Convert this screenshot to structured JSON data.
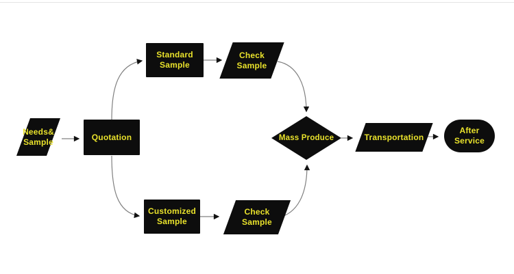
{
  "diagram": {
    "type": "flowchart",
    "background": "#ffffff",
    "colors": {
      "node_fill": "#0d0d0d",
      "label_text": "#e9e22b",
      "connector_line": "#808080",
      "arrowhead": "#121212"
    },
    "nodes": [
      {
        "id": "needs-sample",
        "shape": "parallelogram",
        "label": "Needs&\nSample"
      },
      {
        "id": "quotation",
        "shape": "rectangle",
        "label": "Quotation"
      },
      {
        "id": "standard-sample",
        "shape": "rectangle",
        "label": "Standard\nSample"
      },
      {
        "id": "check-sample-top",
        "shape": "parallelogram",
        "label": "Check\nSample"
      },
      {
        "id": "customized-sample",
        "shape": "rectangle",
        "label": "Customized\nSample"
      },
      {
        "id": "check-sample-bottom",
        "shape": "parallelogram",
        "label": "Check\nSample"
      },
      {
        "id": "mass-produce",
        "shape": "diamond",
        "label": "Mass Produce"
      },
      {
        "id": "transportation",
        "shape": "parallelogram",
        "label": "Transportation"
      },
      {
        "id": "after-service",
        "shape": "stadium",
        "label": "After Service"
      }
    ],
    "edges": [
      {
        "from": "needs-sample",
        "to": "quotation"
      },
      {
        "from": "quotation",
        "to": "standard-sample"
      },
      {
        "from": "quotation",
        "to": "customized-sample"
      },
      {
        "from": "standard-sample",
        "to": "check-sample-top"
      },
      {
        "from": "customized-sample",
        "to": "check-sample-bottom"
      },
      {
        "from": "check-sample-top",
        "to": "mass-produce"
      },
      {
        "from": "check-sample-bottom",
        "to": "mass-produce"
      },
      {
        "from": "mass-produce",
        "to": "transportation"
      },
      {
        "from": "transportation",
        "to": "after-service"
      }
    ]
  }
}
